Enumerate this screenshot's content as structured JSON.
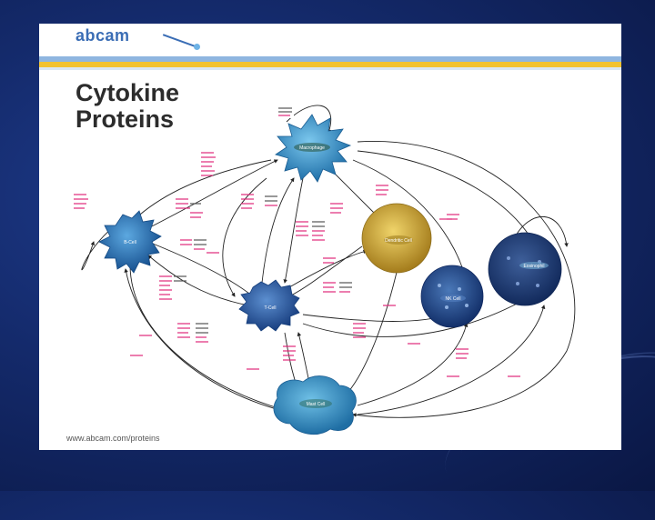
{
  "poster": {
    "logo": "abcam",
    "title_line1": "Cytokine",
    "title_line2": "Proteins",
    "footer_url": "www.abcam.com/proteins"
  },
  "colors": {
    "background": "#142a6b",
    "macrophage": "#3aa0d8",
    "dendritic": "#d9b03a",
    "tcell": "#2a5fa8",
    "bcell": "#2f7fc8",
    "mast": "#4aa6d6",
    "pink_text": "#e0287a"
  },
  "cells": {
    "macrophage": "Macrophage",
    "bcell": "B-Cell",
    "tcell": "T-Cell",
    "dendritic": "Dendritic Cell",
    "nk": "NK Cell",
    "eosinophil": "Eosinophil",
    "mast": "Mast Cell"
  }
}
